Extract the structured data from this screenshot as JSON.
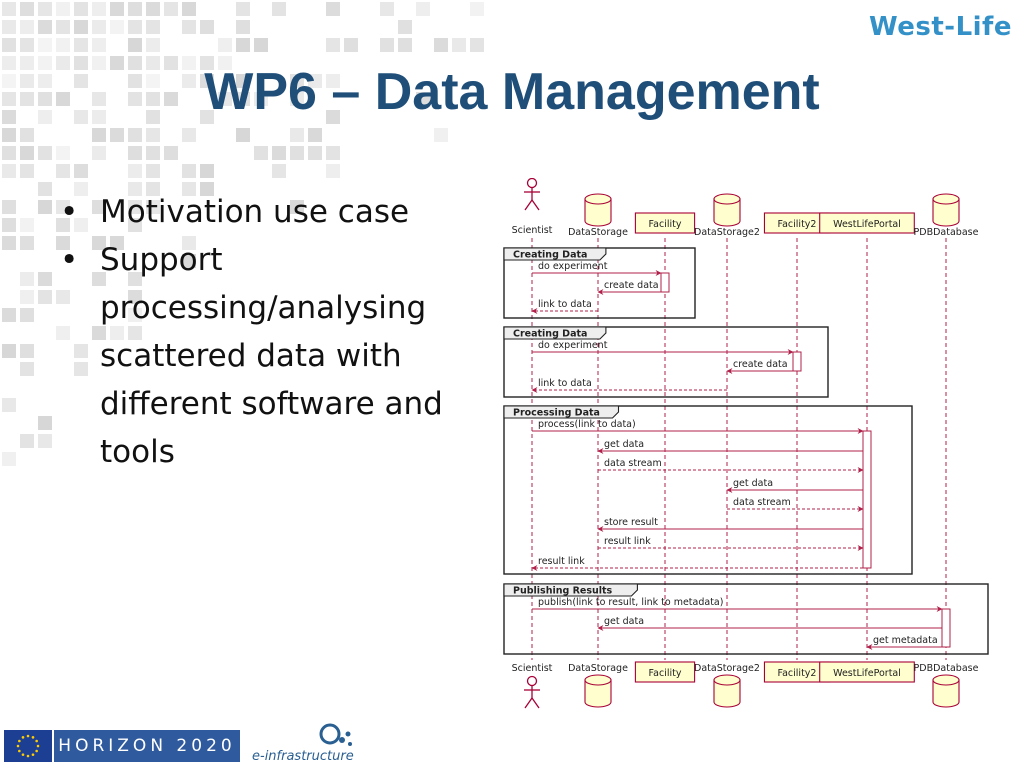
{
  "slide": {
    "logo_text": "West-Life",
    "title": "WP6 – Data Management",
    "bullets": [
      "Motivation use case",
      "Support processing/analysing scattered data with different software and tools"
    ],
    "bullet_glyph": "•"
  },
  "diagram": {
    "participants": [
      {
        "name": "Scientist",
        "kind": "actor"
      },
      {
        "name": "DataStorage",
        "kind": "database"
      },
      {
        "name": "Facility",
        "kind": "box"
      },
      {
        "name": "DataStorage2",
        "kind": "database"
      },
      {
        "name": "Facility2",
        "kind": "box"
      },
      {
        "name": "WestLifePortal",
        "kind": "box"
      },
      {
        "name": "PDBDatabase",
        "kind": "database"
      }
    ],
    "frames": [
      {
        "title": "Creating Data",
        "messages": [
          {
            "from": 0,
            "to": 2,
            "label": "do experiment",
            "style": "solid"
          },
          {
            "from": 2,
            "to": 1,
            "label": "create data",
            "style": "solid"
          },
          {
            "from": 1,
            "to": 0,
            "label": "link to data",
            "style": "dashed"
          }
        ]
      },
      {
        "title": "Creating Data",
        "messages": [
          {
            "from": 0,
            "to": 4,
            "label": "do experiment",
            "style": "solid"
          },
          {
            "from": 4,
            "to": 3,
            "label": "create data",
            "style": "solid"
          },
          {
            "from": 3,
            "to": 0,
            "label": "link to data",
            "style": "dashed"
          }
        ]
      },
      {
        "title": "Processing Data",
        "messages": [
          {
            "from": 0,
            "to": 5,
            "label": "process(link to data)",
            "style": "solid"
          },
          {
            "from": 5,
            "to": 1,
            "label": "get data",
            "style": "solid"
          },
          {
            "from": 1,
            "to": 5,
            "label": "data stream",
            "style": "dashed"
          },
          {
            "from": 5,
            "to": 3,
            "label": "get data",
            "style": "solid"
          },
          {
            "from": 3,
            "to": 5,
            "label": "data stream",
            "style": "dashed"
          },
          {
            "from": 5,
            "to": 1,
            "label": "store result",
            "style": "solid"
          },
          {
            "from": 1,
            "to": 5,
            "label": "result link",
            "style": "dashed"
          },
          {
            "from": 5,
            "to": 0,
            "label": "result link",
            "style": "dashed"
          }
        ]
      },
      {
        "title": "Publishing Results",
        "messages": [
          {
            "from": 0,
            "to": 6,
            "label": "publish(link to result, link to metadata)",
            "style": "solid"
          },
          {
            "from": 6,
            "to": 1,
            "label": "get data",
            "style": "solid"
          },
          {
            "from": 6,
            "to": 5,
            "label": "get metadata",
            "style": "solid"
          }
        ]
      }
    ]
  },
  "footer": {
    "horizon_text": "HORIZON 2020",
    "einfra_text": "e-infrastructure"
  },
  "colors": {
    "title": "#1f4e79",
    "logo": "#3391c8",
    "message_line": "#b0204a",
    "box_fill": "#fefece",
    "box_border": "#a80036"
  }
}
